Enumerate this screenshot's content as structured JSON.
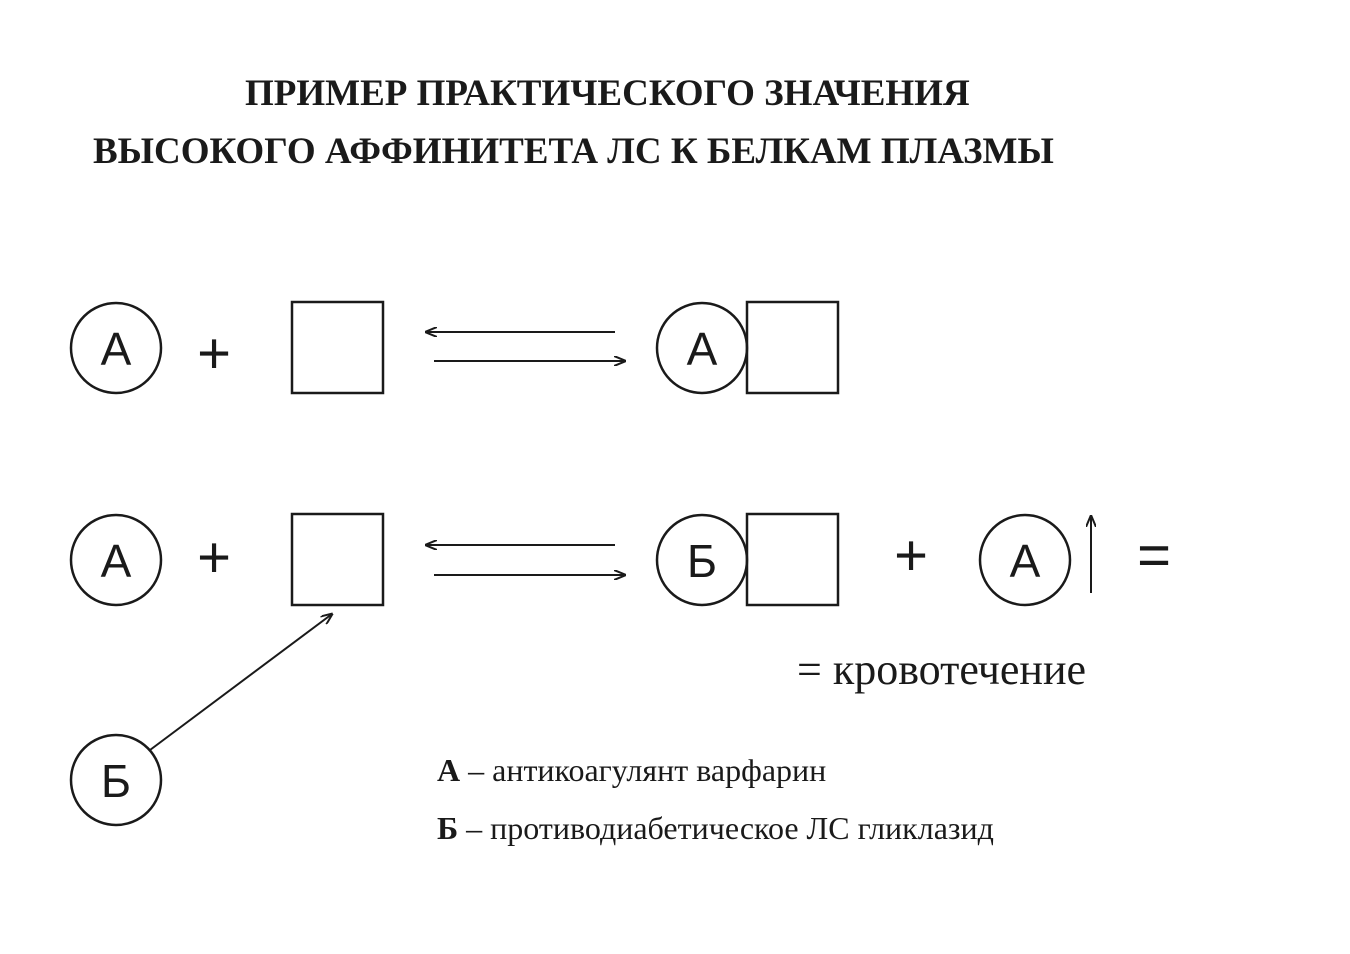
{
  "title": {
    "line1": "ПРИМЕР ПРАКТИЧЕСКОГО ЗНАЧЕНИЯ",
    "line2": "ВЫСОКОГО АФФИНИТЕТА ЛС К БЕЛКАМ ПЛАЗМЫ"
  },
  "labels": {
    "drug_a": "А",
    "drug_b": "Б",
    "plus": "+",
    "equals": "="
  },
  "result": "= кровотечение",
  "legend": [
    {
      "key": "А",
      "desc": " – антикоагулянт варфарин"
    },
    {
      "key": "Б",
      "desc": " – противодиабетическое ЛС гликлазид"
    }
  ],
  "colors": {
    "ink": "#1a1a1a",
    "background": "#ffffff"
  }
}
